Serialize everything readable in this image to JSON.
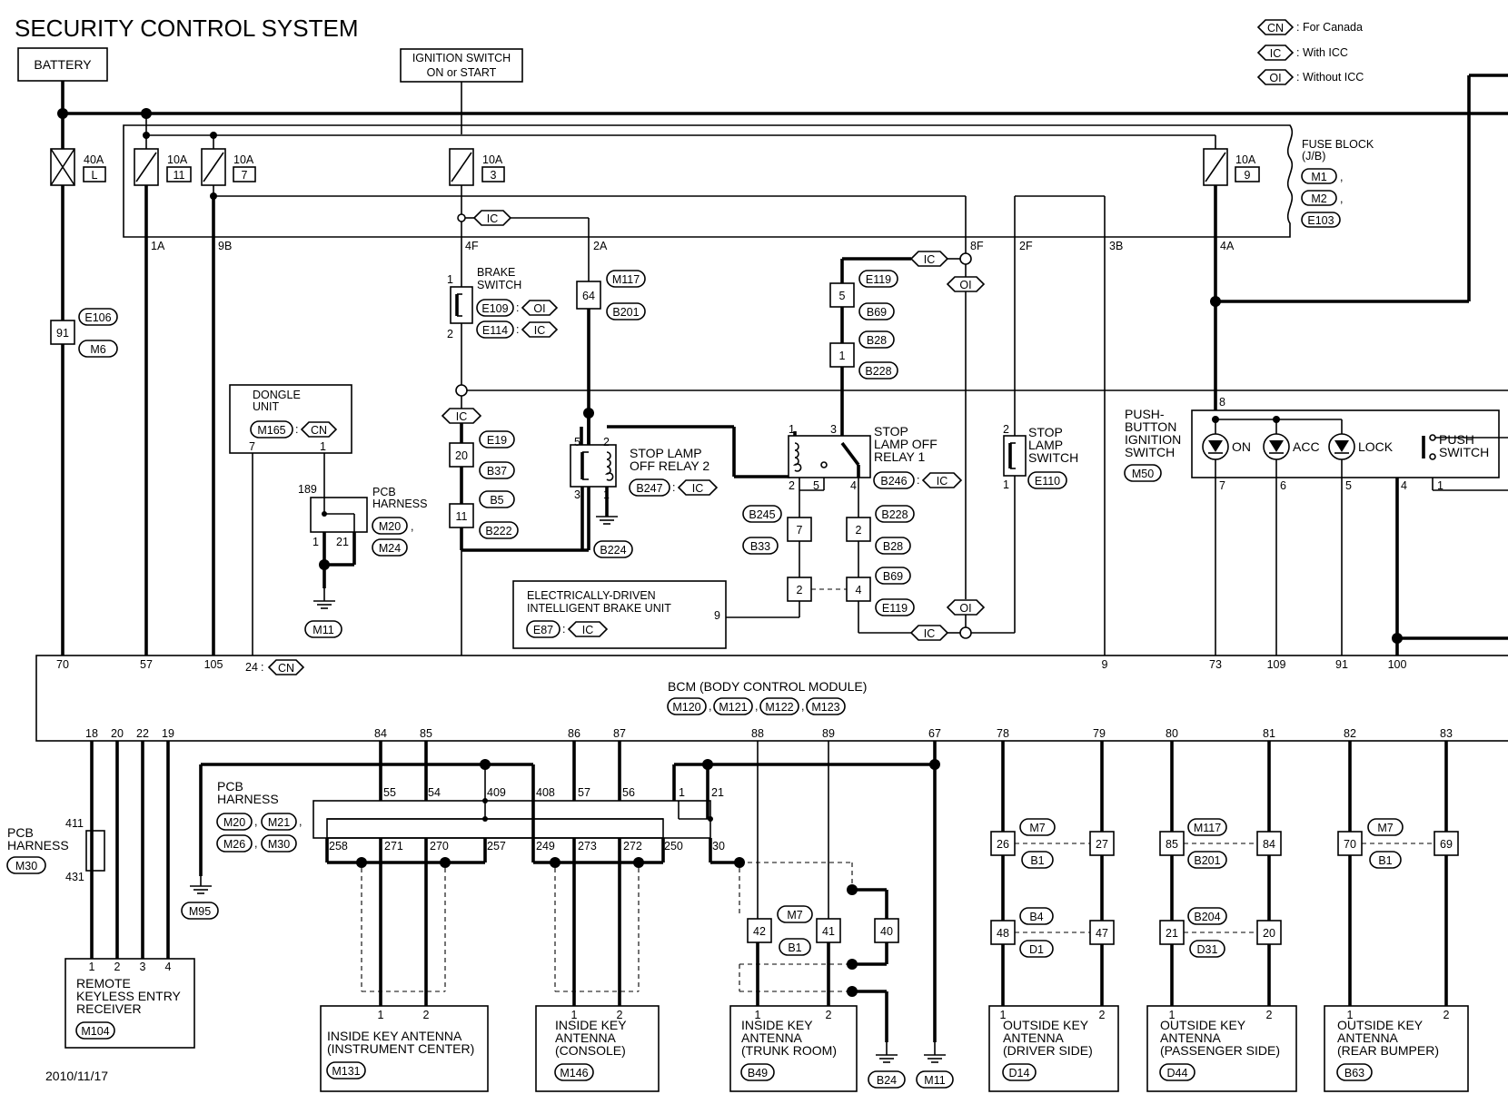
{
  "title": "SECURITY CONTROL SYSTEM",
  "date": "2010/11/17",
  "legend": [
    {
      "code": "CN",
      "text": ": For Canada"
    },
    {
      "code": "IC",
      "text": ": With ICC"
    },
    {
      "code": "OI",
      "text": ": Without ICC"
    }
  ],
  "tags": {
    "cn": "CN",
    "ic": "IC",
    "oi": "OI"
  },
  "battery": "BATTERY",
  "ignition": {
    "l1": "IGNITION SWITCH",
    "l2": "ON or START"
  },
  "fuse_block": {
    "l1": "FUSE BLOCK",
    "l2": "(J/B)",
    "c1": "M1",
    "c2": "M2",
    "c3": "E103",
    "sep": ","
  },
  "fuses": [
    {
      "amp": "40A",
      "num": "L"
    },
    {
      "amp": "10A",
      "num": "11"
    },
    {
      "amp": "10A",
      "num": "7"
    },
    {
      "amp": "10A",
      "num": "3"
    },
    {
      "amp": "10A",
      "num": "9"
    }
  ],
  "fuse_terms": {
    "a": "1A",
    "b": "9B",
    "c": "4F",
    "d": "2A",
    "e": "8F",
    "f": "2F",
    "g": "3B",
    "h": "4A"
  },
  "conn_91": {
    "pin": "91",
    "c1": "E106",
    "c2": "M6"
  },
  "dongle": {
    "l1": "DONGLE",
    "l2": "UNIT",
    "conn": "M165",
    "sep": ":",
    "p7": "7",
    "p1": "1"
  },
  "pcb_upper": {
    "l1": "PCB",
    "l2": "HARNESS",
    "c1": "M20",
    "c2": "M24",
    "sep": ",",
    "p189": "189",
    "p1": "1",
    "p21": "21"
  },
  "ground_m11a": "M11",
  "brake_switch": {
    "l1": "BRAKE",
    "l2": "SWITCH",
    "c1": "E109",
    "c2": "E114",
    "sep": ":",
    "p1": "1",
    "p2": "2"
  },
  "conn_64": {
    "pin": "64",
    "c1": "M117",
    "c2": "B201"
  },
  "chain_left": {
    "p1": "20",
    "p2": "11",
    "c1": "E19",
    "c2": "B37",
    "c3": "B5",
    "c4": "B222"
  },
  "relay2": {
    "l1": "STOP LAMP",
    "l2": "OFF RELAY 2",
    "conn": "B247",
    "sep": ":",
    "p5": "5",
    "p2": "2",
    "p3": "3",
    "p1": "1",
    "gnd": "B224"
  },
  "chain_mid": {
    "p1": "5",
    "p2": "1",
    "c1": "E119",
    "c2": "B69",
    "c3": "B28",
    "c4": "B228"
  },
  "relay1": {
    "l1": "STOP",
    "l2": "LAMP OFF",
    "l3": "RELAY 1",
    "conn": "B246",
    "sep": ":",
    "p1": "1",
    "p3": "3",
    "p2": "2",
    "p5": "5",
    "p4": "4"
  },
  "chain_low": {
    "p7": "7",
    "p2a": "2",
    "c1": "B245",
    "c2": "B33",
    "p2b": "2",
    "p4": "4",
    "c3": "B228",
    "c4": "B28",
    "c5": "B69",
    "c6": "E119"
  },
  "ebu": {
    "l1": "ELECTRICALLY-DRIVEN",
    "l2": "INTELLIGENT BRAKE UNIT",
    "conn": "E87",
    "sep": ":",
    "p9": "9"
  },
  "stop_lamp_switch": {
    "l1": "STOP",
    "l2": "LAMP",
    "l3": "SWITCH",
    "conn": "E110",
    "p2": "2",
    "p1": "1"
  },
  "push_button": {
    "l1": "PUSH-",
    "l2": "BUTTON",
    "l3": "IGNITION",
    "l4": "SWITCH",
    "conn": "M50",
    "on": "ON",
    "acc": "ACC",
    "lock": "LOCK",
    "push": "PUSH",
    "sw": "SWITCH",
    "p8": "8",
    "p7": "7",
    "p6": "6",
    "p5": "5",
    "p4": "4",
    "p1": "1"
  },
  "bcm": {
    "name": "BCM (BODY CONTROL MODULE)",
    "c1": "M120",
    "c2": "M121",
    "c3": "M122",
    "c4": "M123",
    "sep": ","
  },
  "bcm_top_pins": [
    "70",
    "57",
    "105",
    "24",
    "9",
    "73",
    "109",
    "91",
    "100"
  ],
  "bcm_top_sep": ":",
  "bcm_bottom_pins": [
    "18",
    "20",
    "22",
    "19",
    "84",
    "85",
    "86",
    "87",
    "88",
    "89",
    "67",
    "78",
    "79",
    "80",
    "81",
    "82",
    "83"
  ],
  "pcb_left": {
    "l1": "PCB",
    "l2": "HARNESS",
    "conn": "M30",
    "p411": "411",
    "p431": "431"
  },
  "pcb_lower": {
    "l1": "PCB",
    "l2": "HARNESS",
    "c1": "M20",
    "c2": "M21",
    "c3": "M26",
    "c4": "M30",
    "sep": ",",
    "top": [
      "55",
      "54",
      "409",
      "408",
      "57",
      "56",
      "1",
      "21"
    ],
    "bot": [
      "258",
      "271",
      "270",
      "257",
      "249",
      "273",
      "272",
      "250",
      "30"
    ]
  },
  "ground_m95": "M95",
  "ground_b24": "B24",
  "ground_m11b": "M11",
  "rke": {
    "l1": "REMOTE",
    "l2": "KEYLESS ENTRY",
    "l3": "RECEIVER",
    "conn": "M104",
    "p1": "1",
    "p2": "2",
    "p3": "3",
    "p4": "4"
  },
  "ant_ic": {
    "l1": "INSIDE KEY ANTENNA",
    "l2": "(INSTRUMENT CENTER)",
    "conn": "M131",
    "p1": "1",
    "p2": "2"
  },
  "ant_con": {
    "l1": "INSIDE KEY",
    "l2": "ANTENNA",
    "l3": "(CONSOLE)",
    "conn": "M146",
    "p1": "1",
    "p2": "2"
  },
  "ant_trunk": {
    "l1": "INSIDE KEY",
    "l2": "ANTENNA",
    "l3": "(TRUNK ROOM)",
    "conn": "B49",
    "p1": "1",
    "p2": "2"
  },
  "trunk_conn": {
    "p42": "42",
    "p41": "41",
    "p40": "40",
    "c1": "M7",
    "c2": "B1"
  },
  "ant_drv": {
    "l1": "OUTSIDE KEY",
    "l2": "ANTENNA",
    "l3": "(DRIVER SIDE)",
    "conn": "D14",
    "p1": "1",
    "p2": "2"
  },
  "drv_conn": {
    "a1": "26",
    "a2": "27",
    "c1": "M7",
    "c2": "B1",
    "b1": "48",
    "b2": "47",
    "c3": "B4",
    "c4": "D1"
  },
  "ant_pas": {
    "l1": "OUTSIDE KEY",
    "l2": "ANTENNA",
    "l3": "(PASSENGER SIDE)",
    "conn": "D44",
    "p1": "1",
    "p2": "2"
  },
  "pas_conn": {
    "a1": "85",
    "a2": "84",
    "c1": "M117",
    "c2": "B201",
    "b1": "21",
    "b2": "20",
    "c3": "B204",
    "c4": "D31"
  },
  "ant_rear": {
    "l1": "OUTSIDE KEY",
    "l2": "ANTENNA",
    "l3": "(REAR BUMPER)",
    "conn": "B63",
    "p1": "1",
    "p2": "2"
  },
  "rear_conn": {
    "a1": "70",
    "a2": "69",
    "c1": "M7",
    "c2": "B1"
  }
}
